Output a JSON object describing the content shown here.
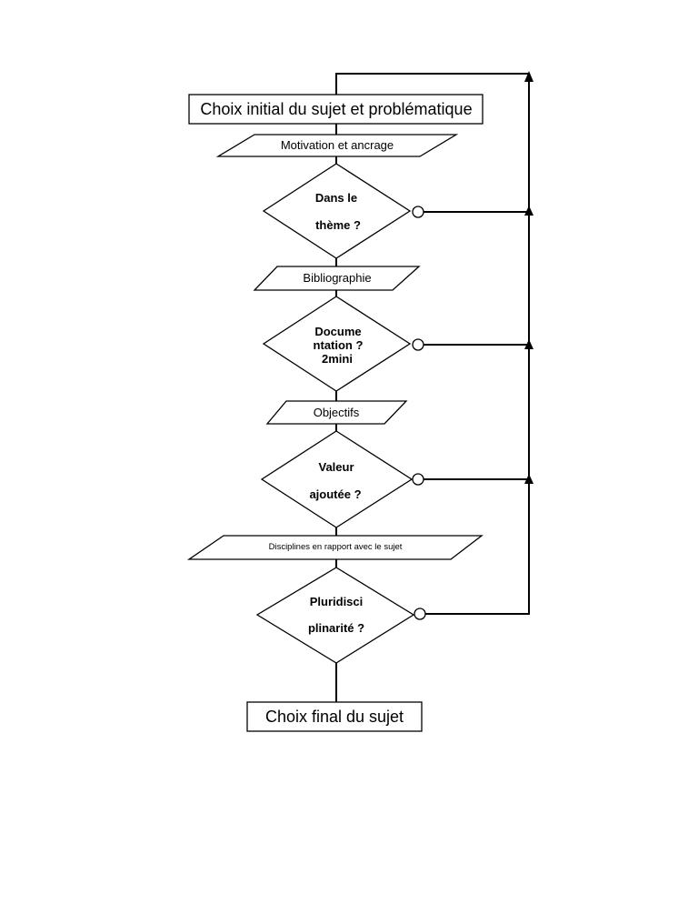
{
  "nodes": {
    "start": {
      "label": "Choix initial du sujet et problématique"
    },
    "motivation": {
      "label": "Motivation et ancrage"
    },
    "theme": {
      "line1": "Dans le",
      "line2": "thème ?"
    },
    "bibliographie": {
      "label": "Bibliographie"
    },
    "documentation": {
      "line1": "Docume",
      "line2": "ntation ?",
      "line3": "2mini"
    },
    "objectifs": {
      "label": "Objectifs"
    },
    "valeur": {
      "line1": "Valeur",
      "line2": "ajoutée ?"
    },
    "disciplines": {
      "label": "Disciplines en rapport avec le sujet"
    },
    "pluri": {
      "line1": "Pluridisci",
      "line2": "plinarité ?"
    },
    "end": {
      "label": "Choix final du sujet"
    }
  }
}
